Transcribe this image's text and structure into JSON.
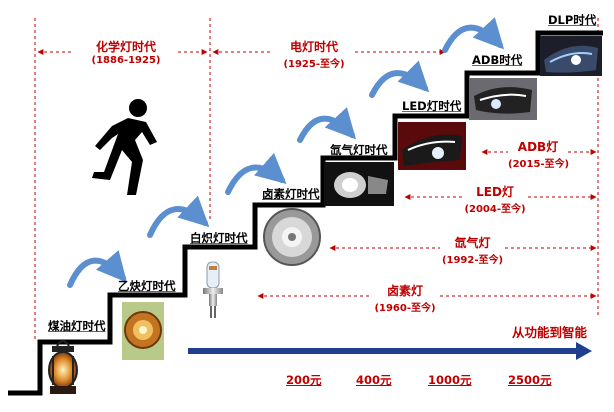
{
  "eras": [
    {
      "name": "化学灯时代",
      "period": "(1886-1925)"
    },
    {
      "name": "电灯时代",
      "period": "(1925-至今)"
    }
  ],
  "steps": [
    {
      "label": "煤油灯时代"
    },
    {
      "label": "乙炔灯时代"
    },
    {
      "label": "白炽灯时代"
    },
    {
      "label": "卤素灯时代"
    },
    {
      "label": "氙气灯时代"
    },
    {
      "label": "LED灯时代"
    },
    {
      "label": "ADB时代"
    },
    {
      "label": "DLP时代"
    }
  ],
  "lamp_ranges": [
    {
      "name": "ADB灯",
      "period": "(2015-至今)"
    },
    {
      "name": "LED灯",
      "period": "(2004-至今)"
    },
    {
      "name": "氙气灯",
      "period": "(1992-至今)"
    },
    {
      "name": "卤素灯",
      "period": "(1960-至今)"
    }
  ],
  "slogan": "从功能到智能",
  "prices": [
    "200元",
    "400元",
    "1000元",
    "2500元"
  ],
  "icons": [
    "running-person-icon",
    "kerosene-lamp-icon",
    "acetylene-lamp-icon",
    "halogen-bulb-icon",
    "reflector-lamp-icon",
    "xenon-headlight-icon",
    "led-headlight-icon",
    "adb-headlight-icon",
    "dlp-headlight-icon"
  ],
  "colors": {
    "accent": "#c00000",
    "arrow": "#1f3f8f",
    "curve": "#5b8fd0",
    "stairs": "#000000"
  }
}
